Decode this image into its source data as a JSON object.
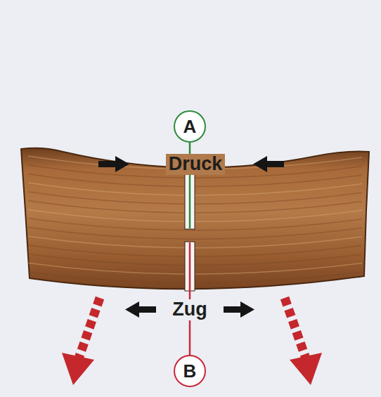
{
  "diagram": {
    "nodes": [
      {
        "text": [
          "A"
        ]
      },
      {
        "text": [
          "B"
        ]
      }
    ],
    "edges": [
      {
        "from": 0,
        "to": 1,
        "arrow": "none"
      }
    ],
    "labels": [
      "Druck",
      "Zug"
    ]
  }
}
